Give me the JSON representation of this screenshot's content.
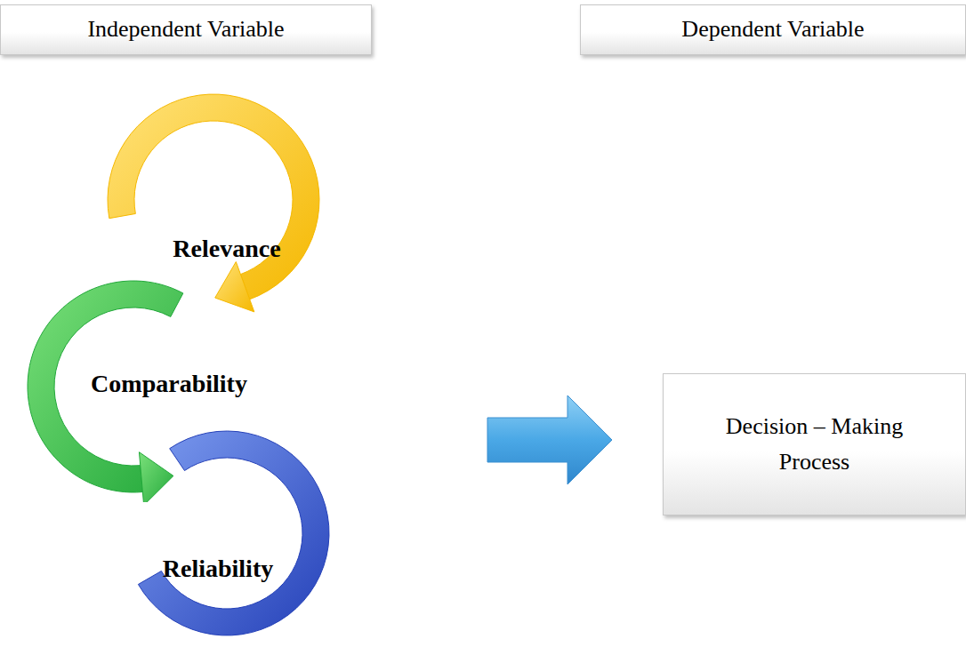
{
  "diagram": {
    "nodes": [
      {
        "text": [
          "Independent Variable"
        ]
      },
      {
        "text": [
          "Dependent Variable"
        ]
      },
      {
        "text": [
          "Relevance"
        ]
      },
      {
        "text": [
          "Comparability"
        ]
      },
      {
        "text": [
          "Reliability"
        ]
      },
      {
        "text": [
          "Decision – Making Process"
        ]
      }
    ]
  }
}
